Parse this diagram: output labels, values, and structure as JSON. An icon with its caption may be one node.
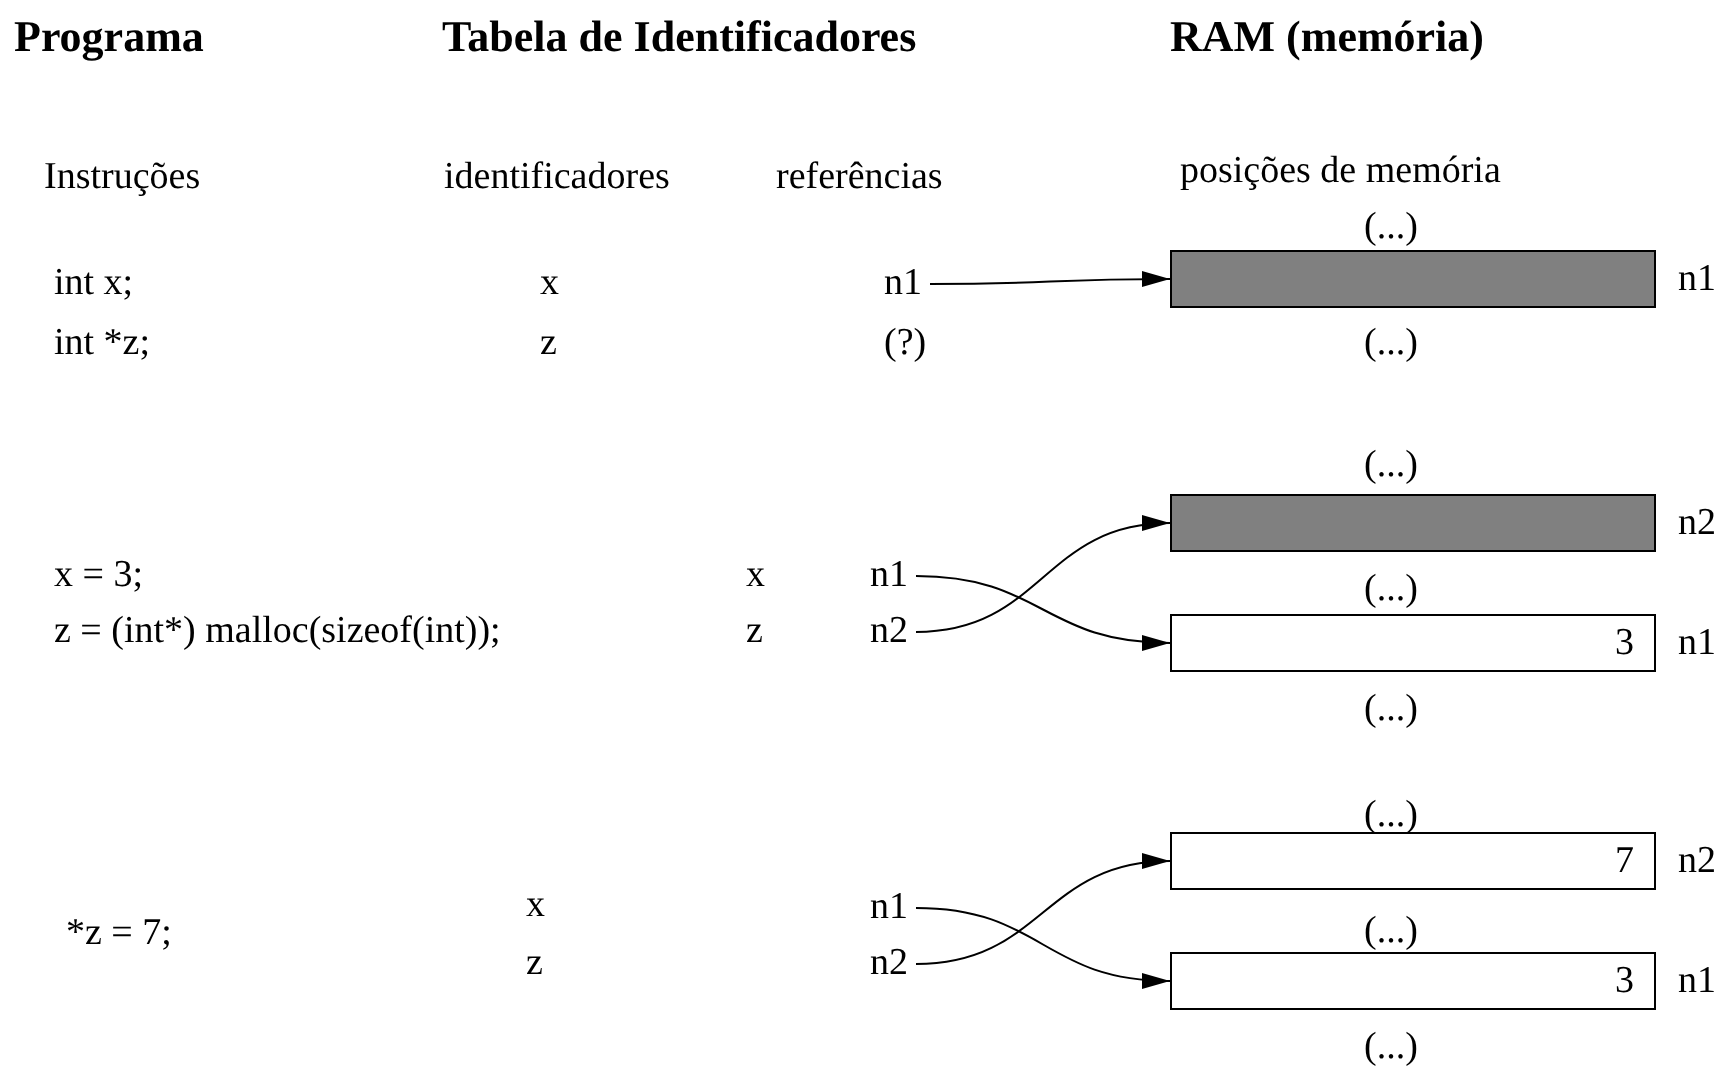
{
  "diagram": {
    "nodes": [
      {
        "text": [
          "n1"
        ]
      },
      {
        "text": [],
        "shape": "box",
        "beside": [
          "n1"
        ]
      },
      {
        "text": [
          "n1"
        ]
      },
      {
        "text": [
          "n2"
        ]
      },
      {
        "text": [],
        "shape": "box",
        "beside": [
          "n2"
        ]
      },
      {
        "text": [
          "3"
        ],
        "beside": [
          "n1"
        ]
      },
      {
        "text": [
          "n1"
        ]
      },
      {
        "text": [
          "n2"
        ]
      },
      {
        "text": [
          "7"
        ],
        "beside": [
          "n2"
        ]
      },
      {
        "text": [
          "3"
        ],
        "beside": [
          "n1"
        ]
      }
    ],
    "edges": [
      {
        "from": 0,
        "to": 1,
        "arrow": "to"
      },
      {
        "from": 2,
        "to": 5,
        "arrow": "to"
      },
      {
        "from": 3,
        "to": 4,
        "arrow": "to"
      },
      {
        "from": 6,
        "to": 9,
        "arrow": "to"
      },
      {
        "from": 7,
        "to": 8,
        "arrow": "to"
      }
    ],
    "labels": [
      "Programa",
      "Tabela de Identificadores",
      "RAM (memória)",
      "Instruções",
      "identificadores",
      "referências",
      "posições de memória",
      "(...)",
      "int x;",
      "x",
      "int *z;",
      "z",
      "(?)",
      "(...)",
      "(...)",
      "x = 3;",
      "x",
      "z = (int*) malloc(sizeof(int));",
      "z",
      "(...)",
      "(...)",
      "(...)",
      "*z = 7;",
      "x",
      "z",
      "(...)",
      "(...)"
    ]
  }
}
